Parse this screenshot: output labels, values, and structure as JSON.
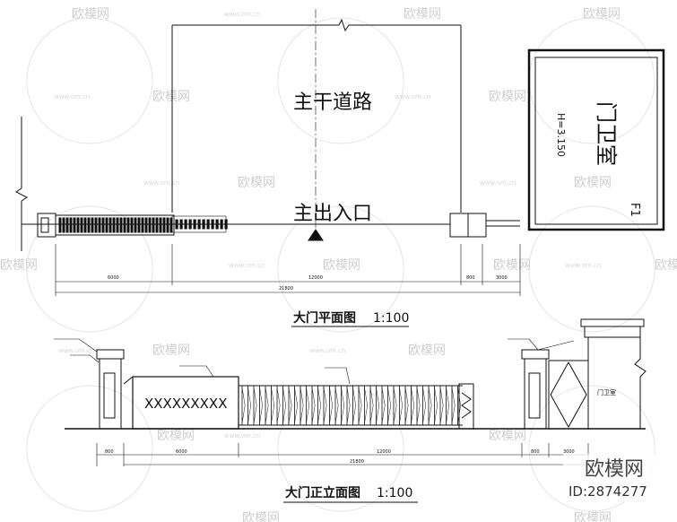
{
  "plan": {
    "road_label": "主干道路",
    "entrance_label": "主出入口",
    "title": "大门平面图",
    "scale": "1:100",
    "dims": [
      "6000",
      "12000",
      "800",
      "3000",
      "21800"
    ],
    "guardhouse": {
      "label": "门卫室",
      "height_note": "H=3.150",
      "floor": "F1"
    }
  },
  "elevation": {
    "title": "大门正立面图",
    "scale": "1:100",
    "sign_text": "XXXXXXXXX",
    "guard_label": "门卫室",
    "dims": [
      "800",
      "6000",
      "12000",
      "800",
      "3000",
      "21800"
    ]
  },
  "watermark": {
    "brand": "欧模网",
    "url": "www.om.cn",
    "id": "ID:2874277"
  }
}
